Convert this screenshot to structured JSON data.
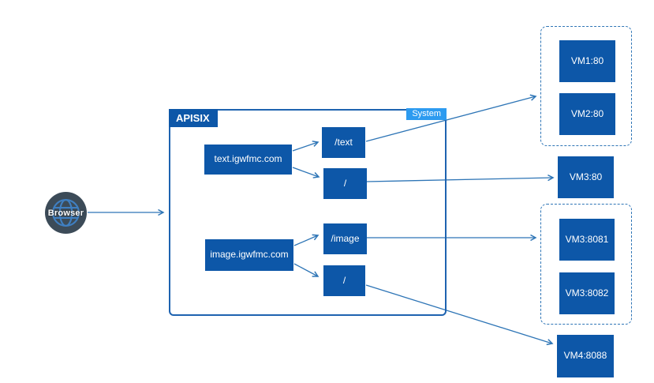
{
  "diagram": {
    "browser": {
      "label": "Browser"
    },
    "apisix": {
      "title": "APISIX",
      "system_badge": "System",
      "hosts": [
        {
          "label": "text.igwfmc.com"
        },
        {
          "label": "image.igwfmc.com"
        }
      ],
      "routes": [
        {
          "label": "/text"
        },
        {
          "label": "/"
        },
        {
          "label": "/image"
        },
        {
          "label": "/"
        }
      ]
    },
    "upstreams": {
      "group1": [
        "VM1:80",
        "VM2:80"
      ],
      "single1": "VM3:80",
      "group2": [
        "VM3:8081",
        "VM3:8082"
      ],
      "single2": "VM4:8088"
    },
    "edges": [
      {
        "from": "Browser",
        "to": "APISIX"
      },
      {
        "from": "text.igwfmc.com",
        "to": "/text"
      },
      {
        "from": "text.igwfmc.com",
        "to": "/"
      },
      {
        "from": "image.igwfmc.com",
        "to": "/image"
      },
      {
        "from": "image.igwfmc.com",
        "to": "/"
      },
      {
        "from": "/text",
        "to": "VM1:80 / VM2:80 group"
      },
      {
        "from": "/",
        "to": "VM3:80"
      },
      {
        "from": "/image",
        "to": "VM3:8081 / VM3:8082 group"
      },
      {
        "from": "/",
        "to": "VM4:8088"
      }
    ]
  },
  "colors": {
    "node_fill": "#0D57A8",
    "line": "#2E75B6",
    "boundary": "#1E63B0",
    "badge_bg": "#2D9BF0",
    "browser_circle": "#3C4B58",
    "canvas_bg": "#FFFFFF"
  }
}
